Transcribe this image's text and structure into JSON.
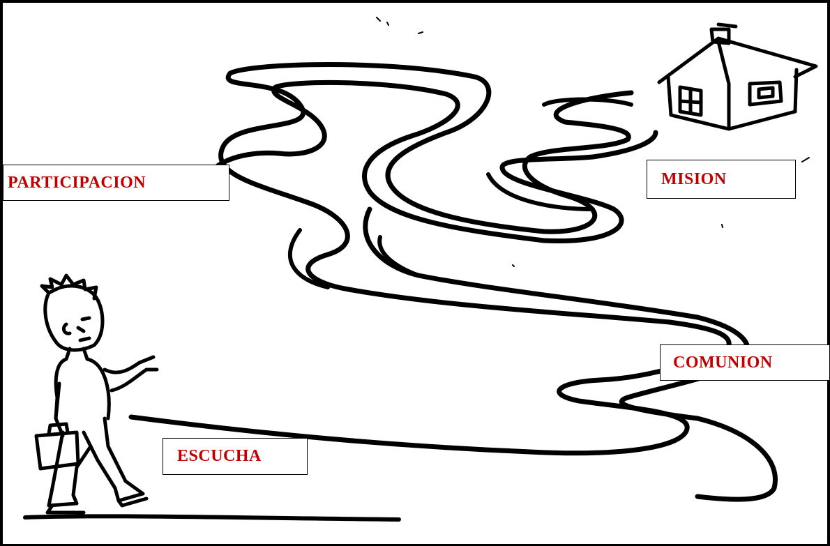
{
  "labels": {
    "participacion": "PARTICIPACION",
    "mision": "MISION",
    "comunion": "COMUNION",
    "escucha": "ESCUCHA"
  },
  "colors": {
    "label_text": "#c00000",
    "ink": "#000000",
    "background": "#ffffff"
  },
  "icons": {
    "house": "house-icon",
    "person": "walking-person-icon",
    "briefcase": "briefcase-icon",
    "road": "winding-road"
  }
}
